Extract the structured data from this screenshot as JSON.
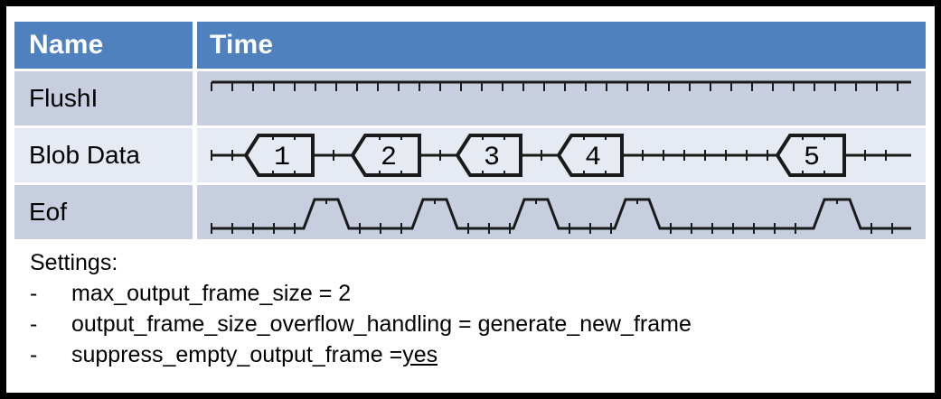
{
  "table": {
    "headers": [
      "Name",
      "Time"
    ],
    "rows": [
      {
        "name": "FlushI",
        "signal": "flush"
      },
      {
        "name": "Blob Data",
        "signal": "blob"
      },
      {
        "name": "Eof",
        "signal": "eof"
      }
    ]
  },
  "waveform": {
    "blob_labels": [
      "1",
      "2",
      "3",
      "4",
      "5"
    ],
    "tick_count": 32,
    "eof_pulse_count": 5
  },
  "settings": {
    "title": "Settings:",
    "bullet": "-",
    "items": [
      {
        "text": "max_output_frame_size  = 2",
        "value_underlined": ""
      },
      {
        "text": "output_frame_size_overflow_handling  = generate_new_frame",
        "value_underlined": ""
      },
      {
        "prefix": "suppress_empty_output_frame  = ",
        "value_underlined": "yes"
      }
    ]
  },
  "colors": {
    "header_fill": "#4E81BD",
    "row_dark": "#C6CEDF",
    "row_light": "#E6EAF3",
    "border": "#000000",
    "signal_line": "#1A1A1A",
    "page_background": "#FFFFFF"
  }
}
